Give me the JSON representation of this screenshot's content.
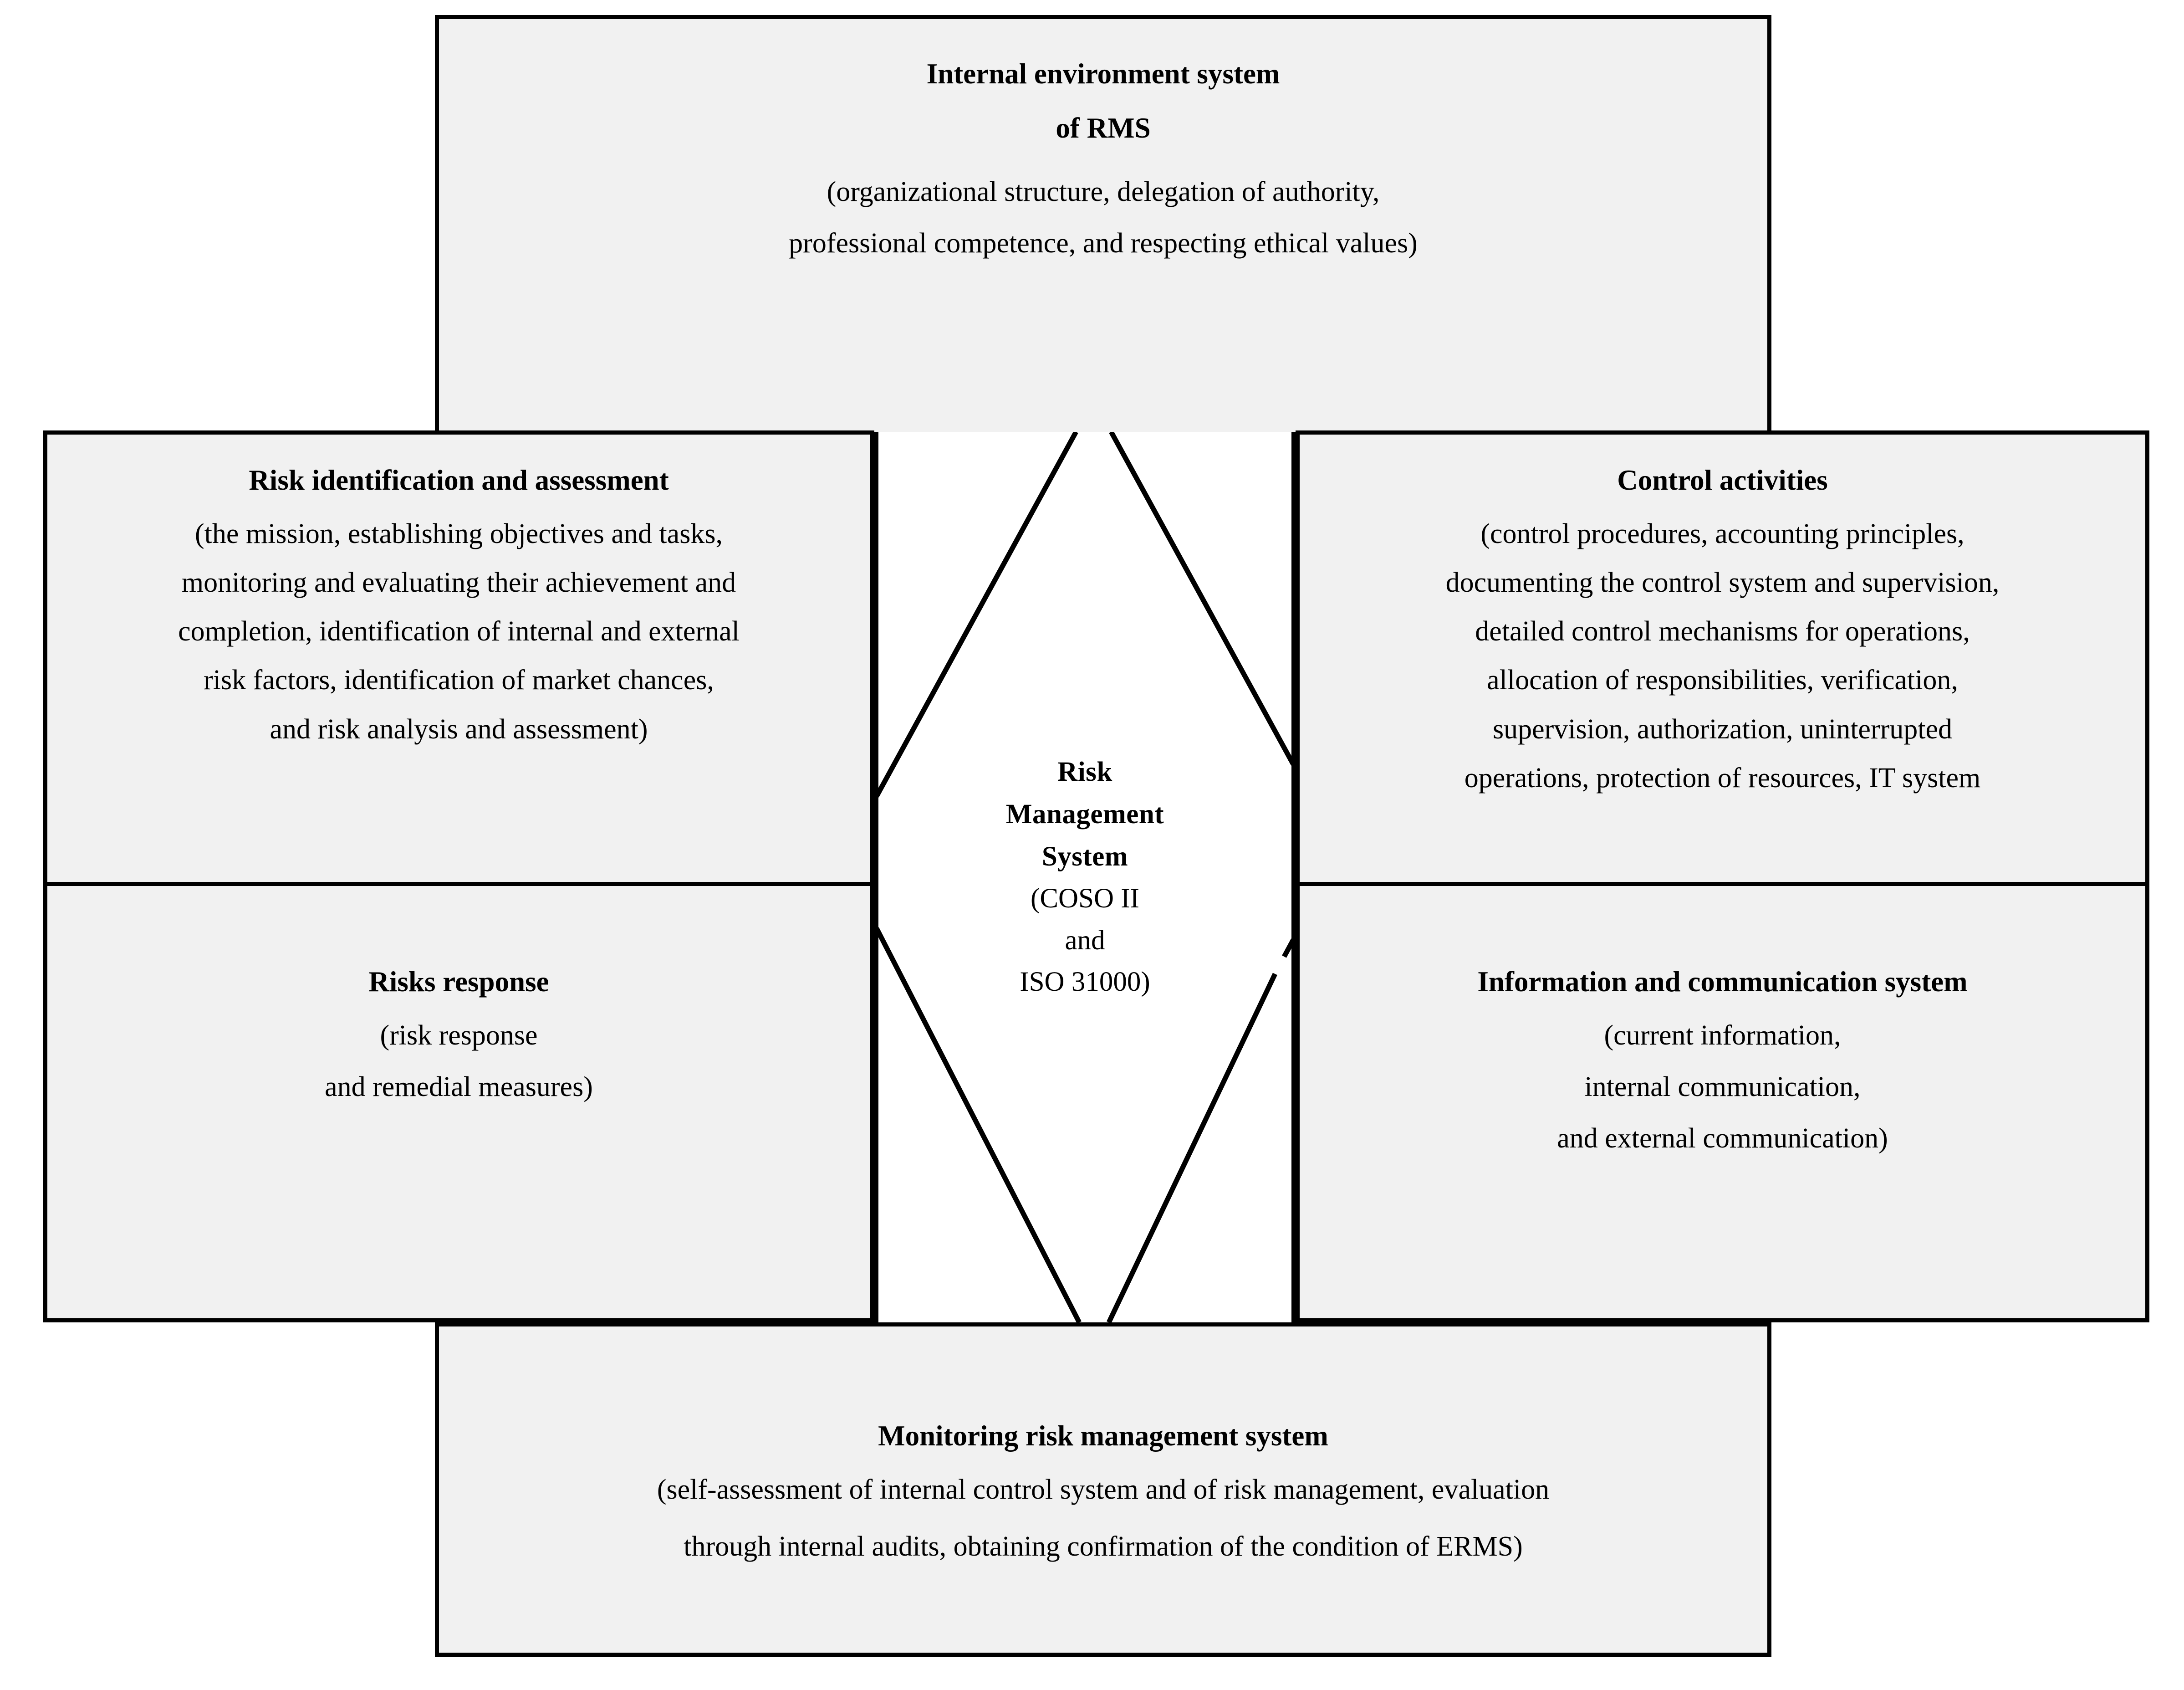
{
  "diagram": {
    "title_center": {
      "line1": "Risk",
      "line2": "Management",
      "line3": "System",
      "line4": "(COSO II",
      "line5": "and",
      "line6": "ISO 31000)"
    },
    "top": {
      "heading_line1": "Internal environment system",
      "heading_line2": "of RMS",
      "body": [
        "(organizational structure, delegation of authority,",
        "professional competence, and respecting ethical values)"
      ]
    },
    "left_top": {
      "heading": "Risk identification and assessment",
      "body": [
        "(the mission, establishing objectives and tasks,",
        "monitoring and evaluating their achievement and",
        "completion, identification of internal and external",
        "risk factors, identification of market chances,",
        "and risk analysis and assessment)"
      ]
    },
    "left_bottom": {
      "heading": "Risks response",
      "body": [
        "(risk response",
        "and remedial measures)"
      ]
    },
    "right_top": {
      "heading": "Control activities",
      "body": [
        "(control procedures, accounting principles,",
        "documenting the control system and supervision,",
        "detailed control mechanisms for operations,",
        "allocation of responsibilities, verification,",
        "supervision, authorization, uninterrupted",
        "operations, protection of resources, IT system"
      ]
    },
    "right_bottom": {
      "heading": "Information and communication system",
      "body": [
        "(current information,",
        "internal communication,",
        "and external communication)"
      ]
    },
    "bottom": {
      "heading": "Monitoring risk management system",
      "body": [
        "(self-assessment of internal control system and of risk management, evaluation",
        "through internal audits, obtaining confirmation of the condition of ERMS)"
      ]
    },
    "colors": {
      "box_fill": "#f1f1f1",
      "center_fill": "#ffffff",
      "stroke": "#000000",
      "page_background": "#ffffff"
    }
  }
}
